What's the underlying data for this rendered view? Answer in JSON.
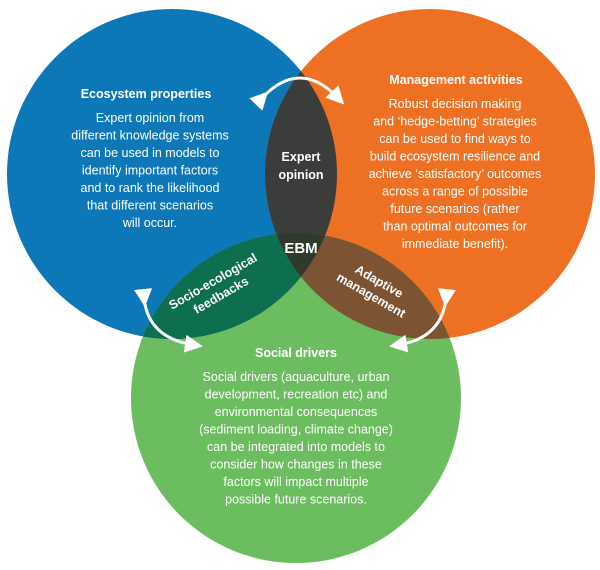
{
  "ecosystem": {
    "title": "Ecosystem properties",
    "color": "#0c78b8",
    "lines": [
      "Expert opinion from",
      "different knowledge systems",
      "can be used in models to",
      "identify important factors",
      "and to rank the likelihood",
      "that different scenarios",
      "will occur."
    ]
  },
  "management": {
    "title": "Management activities",
    "color": "#ee7023",
    "lines": [
      "Robust decision making",
      "and ‘hedge-betting’ strategies",
      "can be used to find ways to",
      "build ecosystem resilience and",
      "achieve ‘satisfactory’ outcomes",
      "across a range of possible",
      "future scenarios (rather",
      "than optimal outcomes for",
      "immediate benefit)."
    ]
  },
  "social": {
    "title": "Social drivers",
    "color": "#6cbd5f",
    "lines": [
      "Social drivers (aquaculture, urban",
      "development, recreation etc) and",
      "environmental consequences",
      "(sediment loading, climate change)",
      "can be integrated into models to",
      "consider how changes in these",
      "factors will impact multiple",
      "possible future scenarios."
    ]
  },
  "overlaps": {
    "expert": {
      "line1": "Expert",
      "line2": "opinion",
      "color": "#3b3d3a"
    },
    "socio": {
      "line1": "Socio-ecological",
      "line2": "feedbacks",
      "color": "#0d6f4f"
    },
    "adaptive": {
      "line1": "Adaptive",
      "line2": "management",
      "color": "#7d5433"
    },
    "center": {
      "label": "EBM",
      "color": "#2f3a2d"
    }
  }
}
